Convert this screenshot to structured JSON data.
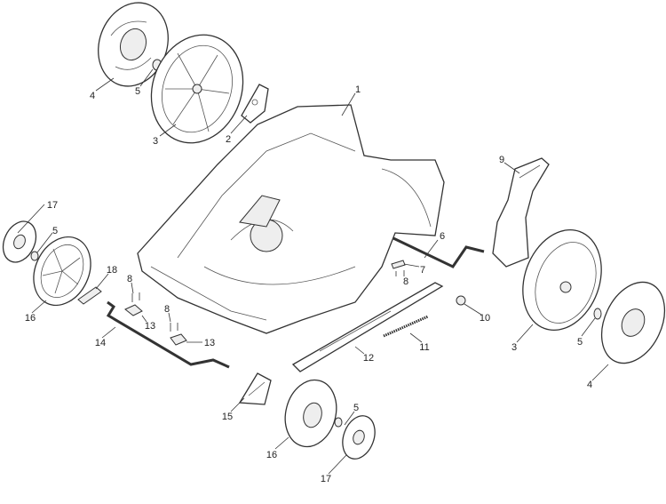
{
  "diagram": {
    "type": "exploded parts diagram",
    "callouts": {
      "deck": "1",
      "hub_plate": "2",
      "rear_wheel_top": "3",
      "rear_cap_top": "4",
      "washer_top": "5",
      "front_cap_left": "17",
      "washer_left": "5",
      "front_wheel_left": "16",
      "clip": "18",
      "screws_a": "8",
      "bracket_a": "13",
      "front_axle": "14",
      "screws_b": "8",
      "bracket_b": "13",
      "height_lever": "15",
      "front_wheel_bottom": "16",
      "washer_bottom": "5",
      "front_cap_bottom": "17",
      "adjuster_bar": "12",
      "spring": "11",
      "bushing": "10",
      "rear_axle": "6",
      "plate": "7",
      "screws_c": "8",
      "handle_lever": "9",
      "rear_wheel_right": "3",
      "washer_right": "5",
      "rear_cap_right": "4"
    }
  }
}
